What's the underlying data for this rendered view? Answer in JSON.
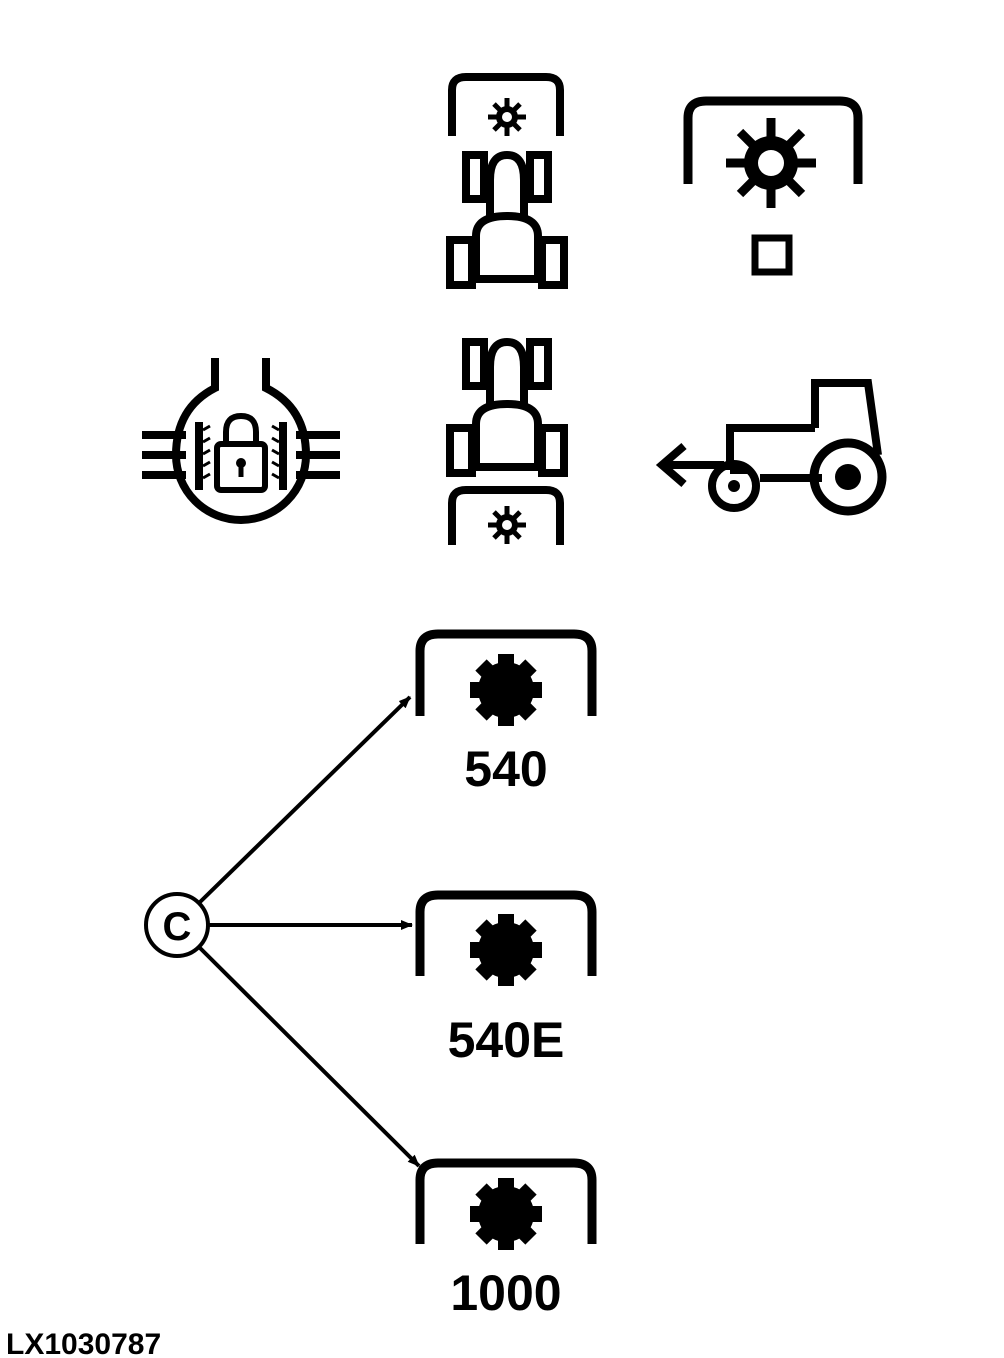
{
  "callout": {
    "letter": "C"
  },
  "speeds": [
    {
      "label": "540"
    },
    {
      "label": "540E"
    },
    {
      "label": "1000"
    }
  ],
  "figure_id": "LX1030787",
  "colors": {
    "ink": "#000000",
    "paper": "#ffffff"
  },
  "icons": [
    "front-pto-tractor-icon",
    "pto-on-icon",
    "pto-brake-lock-icon",
    "rear-pto-tractor-icon",
    "tractor-reverse-icon",
    "pto-540-icon",
    "pto-540e-icon",
    "pto-1000-icon"
  ]
}
